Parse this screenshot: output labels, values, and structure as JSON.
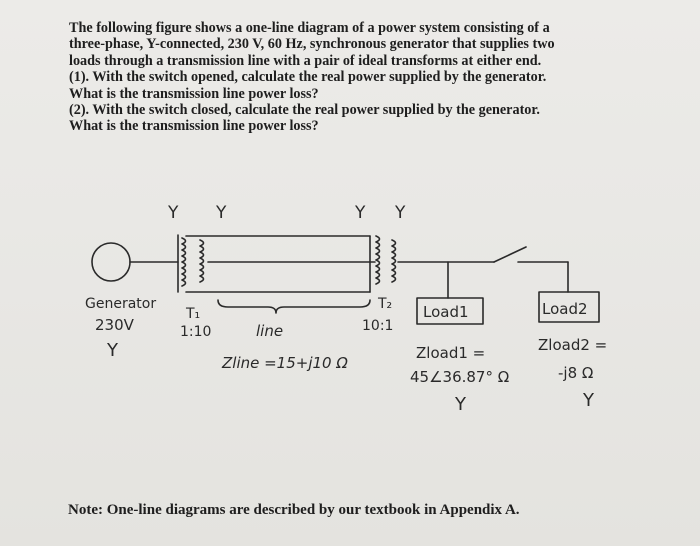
{
  "problem_lines": [
    "The following figure shows a one-line diagram of a power system consisting of a",
    "three-phase, Y-connected, 230 V, 60 Hz, synchronous generator that supplies two",
    "loads through a transmission line with a pair of ideal transforms at either end.",
    "(1). With the switch opened, calculate the real power supplied by the generator.",
    "What is the transmission line power loss?",
    "(2). With the switch closed, calculate the real power supplied by the generator.",
    "What is the transmission line power loss?"
  ],
  "diagram": {
    "t1_primary_conn": "Y",
    "t1_secondary_conn": "Y",
    "t2_primary_conn": "Y",
    "t2_secondary_conn": "Y",
    "generator_label": "Generator",
    "generator_voltage": "230V",
    "generator_conn": "Y",
    "t1_label": "T₁",
    "t1_ratio": "1:10",
    "line_label": "line",
    "line_impedance": "Zline =15+j10 Ω",
    "t2_label": "T₂",
    "t2_ratio": "10:1",
    "load1_box": "Load1",
    "load1_impedance_label": "Zload1 =",
    "load1_impedance_value": "45∠36.87° Ω",
    "load1_conn": "Y",
    "load2_box": "Load2",
    "load2_impedance_label": "Zload2 =",
    "load2_impedance_value": "-j8 Ω",
    "load2_conn": "Y"
  },
  "note": "Note: One-line diagrams are described by our textbook in Appendix A."
}
